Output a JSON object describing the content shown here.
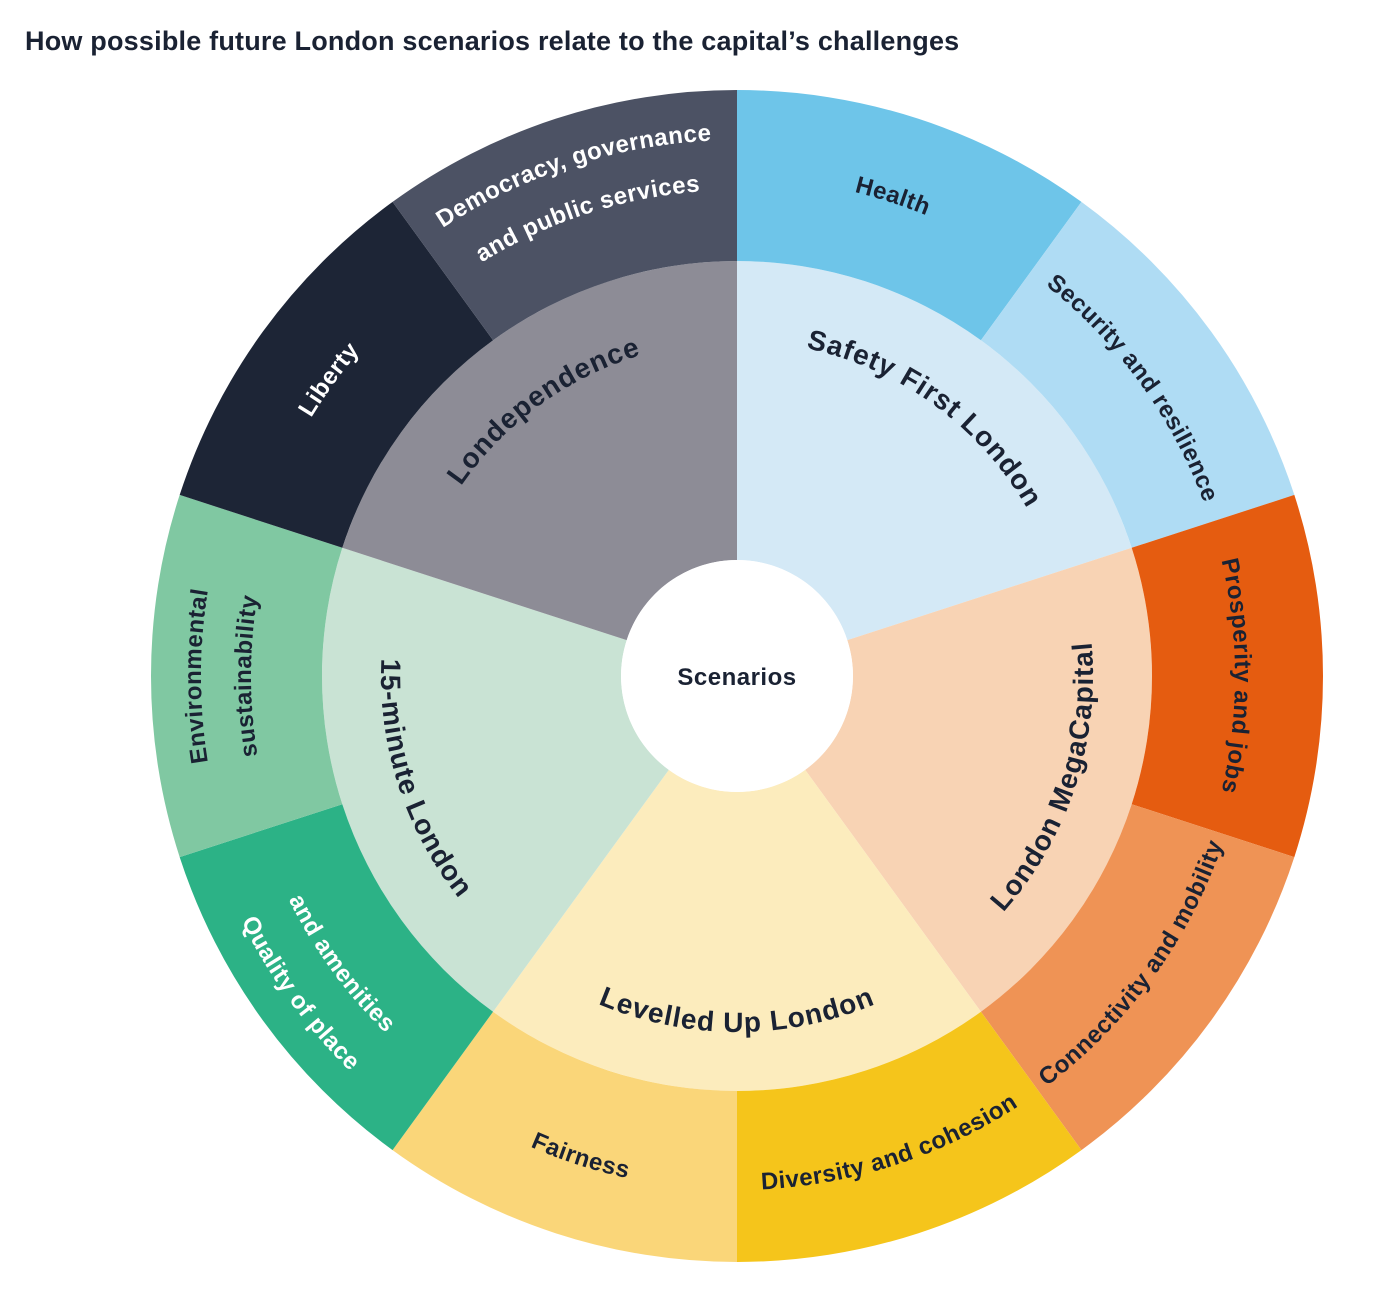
{
  "title": "How possible future London scenarios relate to the capital’s challenges",
  "center_label": "Scenarios",
  "colors": {
    "background": "#ffffff",
    "title_text": "#1a2233",
    "dark_text": "#1a2233",
    "light_text": "#ffffff"
  },
  "chart_data": {
    "type": "sunburst",
    "description": "Inner ring: five future London scenarios. Outer ring: the capital's challenges, two per scenario, equal angular size.",
    "scenarios": [
      {
        "label": "Safety First London",
        "color": "#d4e9f6",
        "text_color": "#1a2233",
        "challenges": [
          {
            "label": "Health",
            "lines": [
              "Health"
            ],
            "color": "#6ec5e9",
            "text_color": "#1a2233"
          },
          {
            "label": "Security and resilience",
            "lines": [
              "Security and resilience"
            ],
            "color": "#afdcf4",
            "text_color": "#1a2233"
          }
        ]
      },
      {
        "label": "London MegaCapital",
        "color": "#f8d3b4",
        "text_color": "#1a2233",
        "challenges": [
          {
            "label": "Prosperity and jobs",
            "lines": [
              "Prosperity and jobs"
            ],
            "color": "#e55c10",
            "text_color": "#1a2233"
          },
          {
            "label": "Connectivity and mobility",
            "lines": [
              "Connectivity and mobility"
            ],
            "color": "#ef9355",
            "text_color": "#1a2233"
          }
        ]
      },
      {
        "label": "Levelled Up London",
        "color": "#fcecbd",
        "text_color": "#1a2233",
        "challenges": [
          {
            "label": "Diversity and cohesion",
            "lines": [
              "Diversity and cohesion"
            ],
            "color": "#f5c51b",
            "text_color": "#1a2233"
          },
          {
            "label": "Fairness",
            "lines": [
              "Fairness"
            ],
            "color": "#fad679",
            "text_color": "#1a2233"
          }
        ]
      },
      {
        "label": "15-minute London",
        "color": "#c9e3d4",
        "text_color": "#1a2233",
        "challenges": [
          {
            "label": "Quality of place and amenities",
            "lines": [
              "Quality of place",
              "and amenities"
            ],
            "color": "#2cb286",
            "text_color": "#ffffff"
          },
          {
            "label": "Environmental sustainability",
            "lines": [
              "Environmental",
              "sustainability"
            ],
            "color": "#80c8a2",
            "text_color": "#1a2233"
          }
        ]
      },
      {
        "label": "Londependence",
        "color": "#8d8c96",
        "text_color": "#1a2233",
        "challenges": [
          {
            "label": "Liberty",
            "lines": [
              "Liberty"
            ],
            "color": "#1d2536",
            "text_color": "#ffffff"
          },
          {
            "label": "Democracy, governance and public services",
            "lines": [
              "Democracy, governance",
              "and public services"
            ],
            "color": "#4c5264",
            "text_color": "#ffffff"
          }
        ]
      }
    ]
  }
}
